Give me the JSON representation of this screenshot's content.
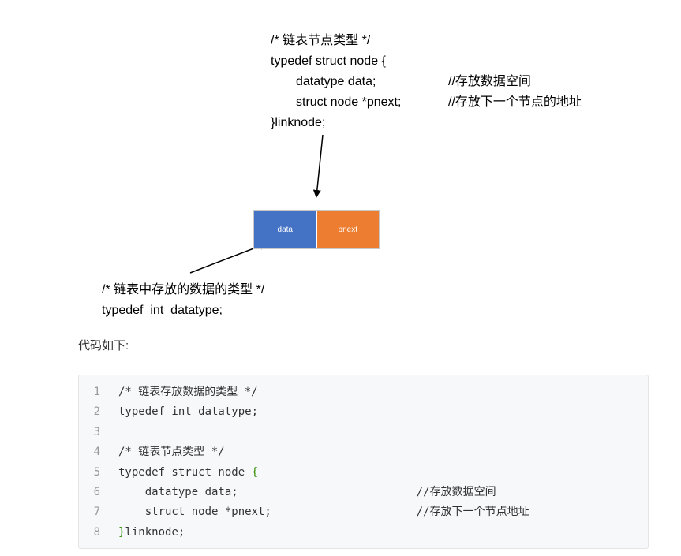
{
  "diagram": {
    "struct_comment": "/* 链表节点类型 */",
    "struct_open": "typedef struct node {",
    "member_data": "datatype data;",
    "member_data_comment": "//存放数据空间",
    "member_pnext": "struct node *pnext;",
    "member_pnext_comment": "//存放下一个节点的地址",
    "struct_close": "}linknode;",
    "node_cell_data": "data",
    "node_cell_pnext": "pnext",
    "typedef_comment": "/* 链表中存放的数据的类型 */",
    "typedef_line": "typedef  int  datatype;",
    "colors": {
      "data_cell": "#4472c4",
      "pnext_cell": "#ed7d31"
    }
  },
  "intro_text": "代码如下:",
  "code": {
    "line_numbers": [
      "1",
      "2",
      "3",
      "4",
      "5",
      "6",
      "7",
      "8"
    ],
    "l1": "/* 链表存放数据的类型 */",
    "l2": "typedef int datatype;",
    "l3": "",
    "l4": "/* 链表节点类型 */",
    "l5_text": "typedef struct node ",
    "l5_brace": "{",
    "l6_indent": "    ",
    "l6_member": "datatype data;",
    "l6_comment": "//存放数据空间",
    "l7_indent": "    ",
    "l7_member": "struct node *pnext;",
    "l7_comment": "//存放下一个节点地址",
    "l8_brace": "}",
    "l8_text": "linknode;"
  }
}
